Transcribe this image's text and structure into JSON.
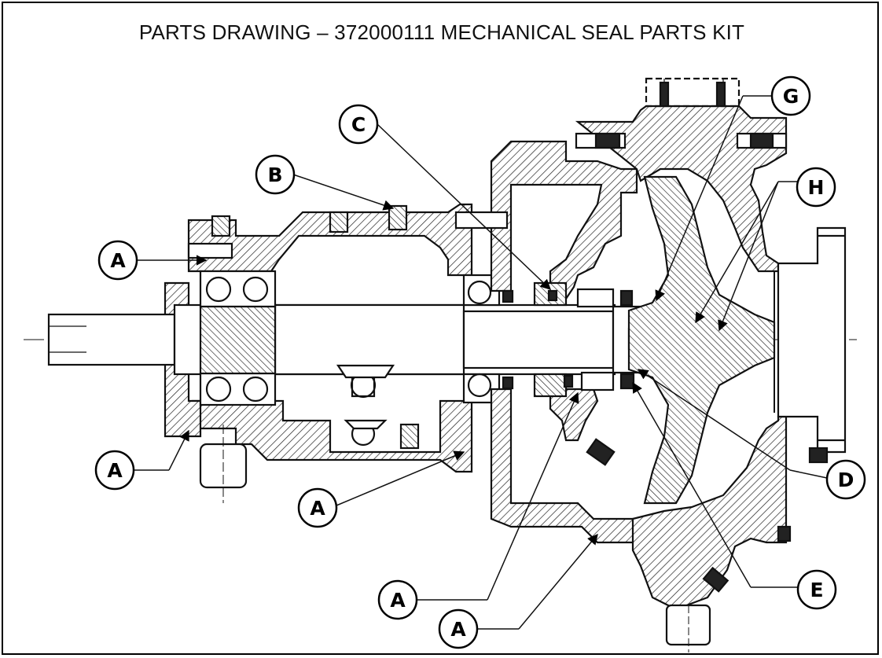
{
  "title": "PARTS DRAWING – 372000111 MECHANICAL SEAL PARTS KIT",
  "callouts": [
    "A",
    "B",
    "C",
    "D",
    "E",
    "G",
    "H"
  ]
}
